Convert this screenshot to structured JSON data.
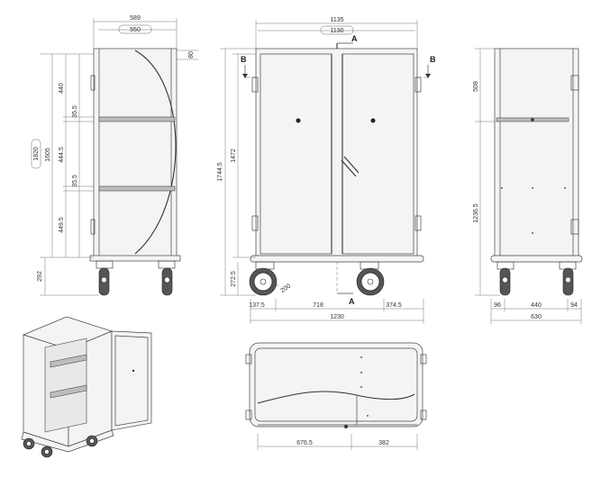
{
  "side_view": {
    "width_outer": "589",
    "width_inner": "550",
    "top_offset": "80",
    "heights": [
      "440",
      "35.5",
      "444.5",
      "35.5",
      "449.5"
    ],
    "body_height": "1605",
    "total_height": "1820",
    "base_height": "292"
  },
  "front_view": {
    "width_outer": "1135",
    "width_inner": "1130",
    "section_a": "A",
    "section_b": "B",
    "total_height": "1744.5",
    "door_height": "1472",
    "wheel_height": "272.5",
    "wheel_diameter": "200",
    "bottom_dims": [
      "137.5",
      "718",
      "374.5"
    ],
    "total_width": "1230"
  },
  "rear_view": {
    "top_height": "508",
    "lower_height": "1236.5",
    "bottom_dims": [
      "96",
      "440",
      "94"
    ],
    "total_width": "630"
  },
  "plan_view": {
    "bottom_dims": [
      "676.5",
      "382"
    ]
  }
}
